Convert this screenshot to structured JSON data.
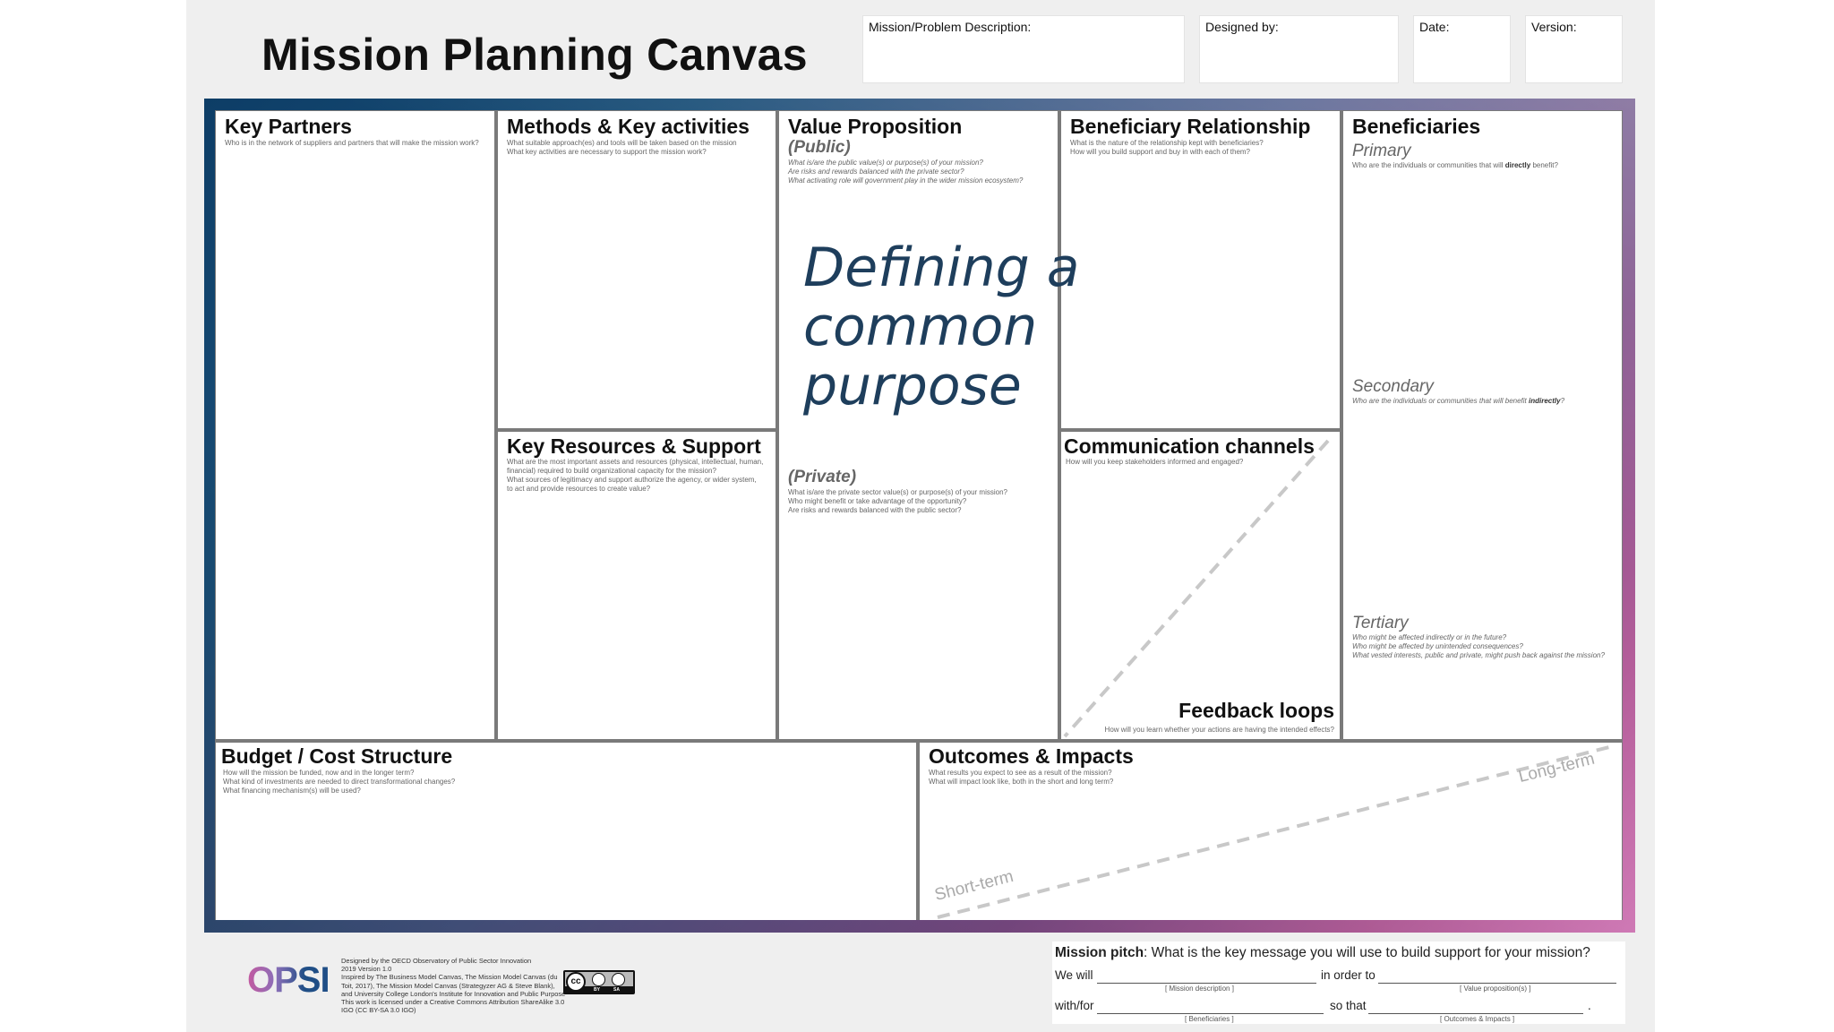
{
  "header": {
    "title": "Mission Planning Canvas",
    "mission_label": "Mission/Problem Description:",
    "designed_label": "Designed by:",
    "date_label": "Date:",
    "version_label": "Version:"
  },
  "canvas": {
    "key_partners": {
      "title": "Key Partners",
      "question": "Who is in the network of suppliers and partners that will make the mission work?"
    },
    "methods": {
      "title": "Methods & Key activities",
      "question": "What suitable approach(es) and tools will be taken based on the mission\nWhat key activities are necessary to support the mission work?"
    },
    "resources": {
      "title": "Key Resources & Support",
      "question": "What are the most important assets and resources (physical, intellectual, human,\nfinancial) required to build organizational capacity for the mission?\nWhat sources of legitimacy and support authorize the agency, or wider system,\nto act and provide resources to create value?"
    },
    "value_prop": {
      "title": "Value Proposition",
      "public": "(Public)",
      "public_q": "What is/are the public value(s) or purpose(s) of your mission?\nAre risks and rewards balanced with the private sector?\nWhat activating role will government play in the wider mission ecosystem?",
      "private": "(Private)",
      "private_q": "What is/are the private sector value(s) or purpose(s) of your mission?\nWho might benefit or take advantage of the opportunity?\nAre risks and rewards balanced with the public sector?"
    },
    "overlay_text": "Defining a\ncommon\npurpose",
    "beneficiary_rel": {
      "title": "Beneficiary Relationship",
      "question": "What is the nature of the relationship kept with beneficiaries?\nHow will you build support and buy in with each of them?"
    },
    "comm_channels": {
      "title": "Communication channels",
      "question": "How will you keep stakeholders informed and engaged?"
    },
    "feedback": {
      "title": "Feedback loops",
      "question": "How will you learn whether your actions are having the intended effects?"
    },
    "beneficiaries": {
      "title": "Beneficiaries",
      "primary": "Primary",
      "primary_q_pre": "Who are the individuals or communities that will ",
      "primary_q_bold": "directly",
      "primary_q_post": " benefit?",
      "secondary": "Secondary",
      "secondary_q_pre": "Who are the individuals or communities that will benefit ",
      "secondary_q_bold": "indirectly",
      "secondary_q_post": "?",
      "tertiary": "Tertiary",
      "tertiary_q": "Who might be affected indirectly or in the future?\nWho might be affected by unintended consequences?\nWhat vested interests, public and private, might push back against the mission?"
    },
    "budget": {
      "title": "Budget / Cost Structure",
      "question": "How will the mission be funded, now and in the longer term?\nWhat kind of investments are needed to direct transformational changes?\nWhat financing mechanism(s) will be used?"
    },
    "outcomes": {
      "title": "Outcomes & Impacts",
      "question": "What results you expect to see as a result of the mission?\nWhat will impact look like, both in the short and long term?",
      "short_term": "Short-term",
      "long_term": "Long-term"
    }
  },
  "footer": {
    "logo": "OPSI",
    "credits": "Designed by the OECD Observatory of Public Sector Innovation\n2019 Version 1.0\nInspired by The Business Model Canvas, The Mission Model Canvas (du\nToit, 2017), The Mission Model Canvas (Strategyzer AG & Steve Blank),\nand University College London's Institute for Innovation and Public Purpose\nThis work is licensed under a Creative Commons Attribution ShareAlike 3.0\nIGO (CC BY-SA 3.0 IGO)",
    "license_badge": "cc-by-sa-badge",
    "license_by": "BY",
    "license_sa": "SA",
    "pitch": {
      "label": "Mission pitch",
      "question": ": What is the key message you will use to build support for your mission?",
      "we_will": "We will",
      "in_order_to": "in order to",
      "with_for": "with/for",
      "so_that": "so that",
      "period": ".",
      "cap_mission": "[ Mission description ]",
      "cap_value": "[ Value proposition(s) ]",
      "cap_beneficiaries": "[ Beneficiaries ]",
      "cap_outcomes": "[ Outcomes & Impacts ]"
    }
  },
  "colors": {
    "frame_dark": "#0d3d66",
    "frame_light": "#d07ab6",
    "overlay_text": "#1e3e5c",
    "logo_blue": "#1f4e86",
    "logo_pink": "#c45aa0"
  }
}
